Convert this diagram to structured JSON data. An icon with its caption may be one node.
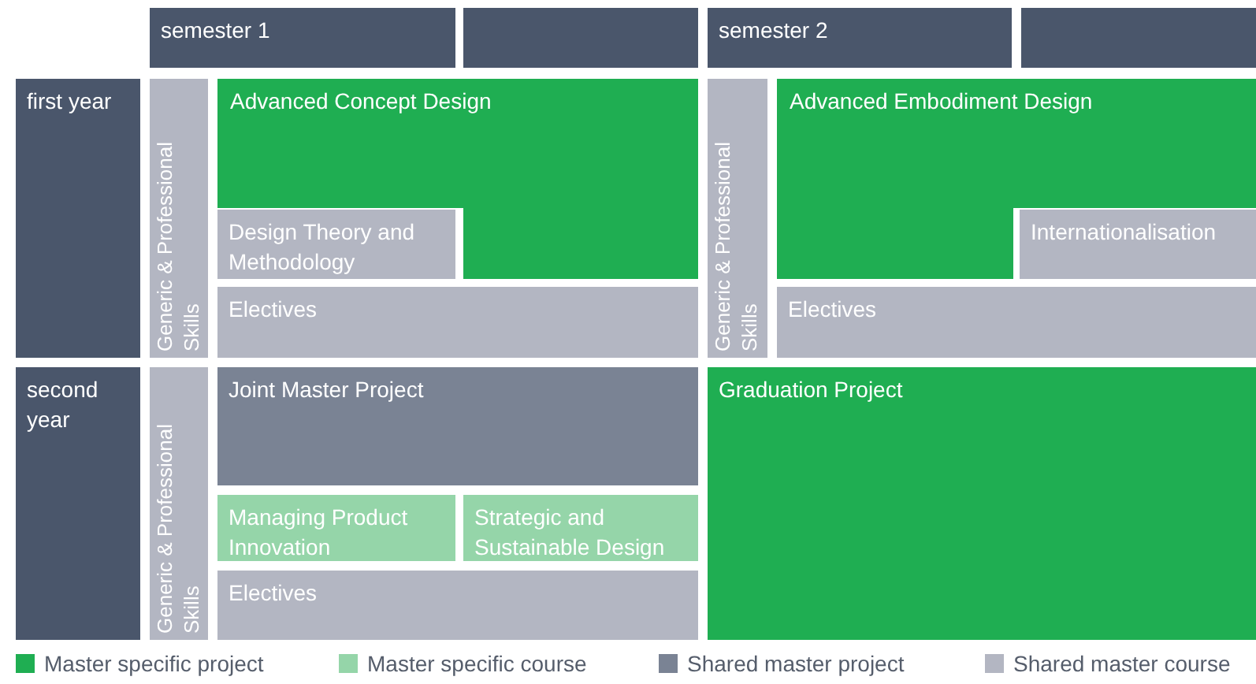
{
  "diagram": {
    "nodes": [
      {
        "text": [
          "semester 1"
        ]
      },
      {
        "text": [],
        "shape": "box"
      },
      {
        "text": [
          "semester 2"
        ]
      },
      {
        "text": [],
        "shape": "box"
      },
      {
        "text": [
          "first year"
        ]
      },
      {
        "text": [
          "Generic & Professional Skills"
        ]
      },
      {
        "text": [
          "Advanced Concept Design"
        ]
      },
      {
        "text": [
          "Design Theory and Methodology"
        ]
      },
      {
        "text": [
          "Electives"
        ]
      },
      {
        "text": [
          "Generic & Professional Skills"
        ]
      },
      {
        "text": [
          "Advanced Embodiment Design"
        ]
      },
      {
        "text": [
          "Internationalisation"
        ]
      },
      {
        "text": [
          "Electives"
        ]
      },
      {
        "text": [
          "second year"
        ]
      },
      {
        "text": [
          "Generic & Professional Skills"
        ]
      },
      {
        "text": [
          "Joint Master Project"
        ]
      },
      {
        "text": [
          "Graduation Project"
        ]
      },
      {
        "text": [
          "Managing Product Innovation"
        ]
      },
      {
        "text": [
          "Strategic and Sustainable Design"
        ]
      },
      {
        "text": [
          "Electives"
        ]
      }
    ],
    "legend": [
      {
        "text": "Master specific project",
        "color": "#1fae52"
      },
      {
        "text": "Master specific course",
        "color": "#95d5a9"
      },
      {
        "text": "Shared master project",
        "color": "#7a8394"
      },
      {
        "text": "Shared master course",
        "color": "#b3b6c2"
      }
    ]
  }
}
